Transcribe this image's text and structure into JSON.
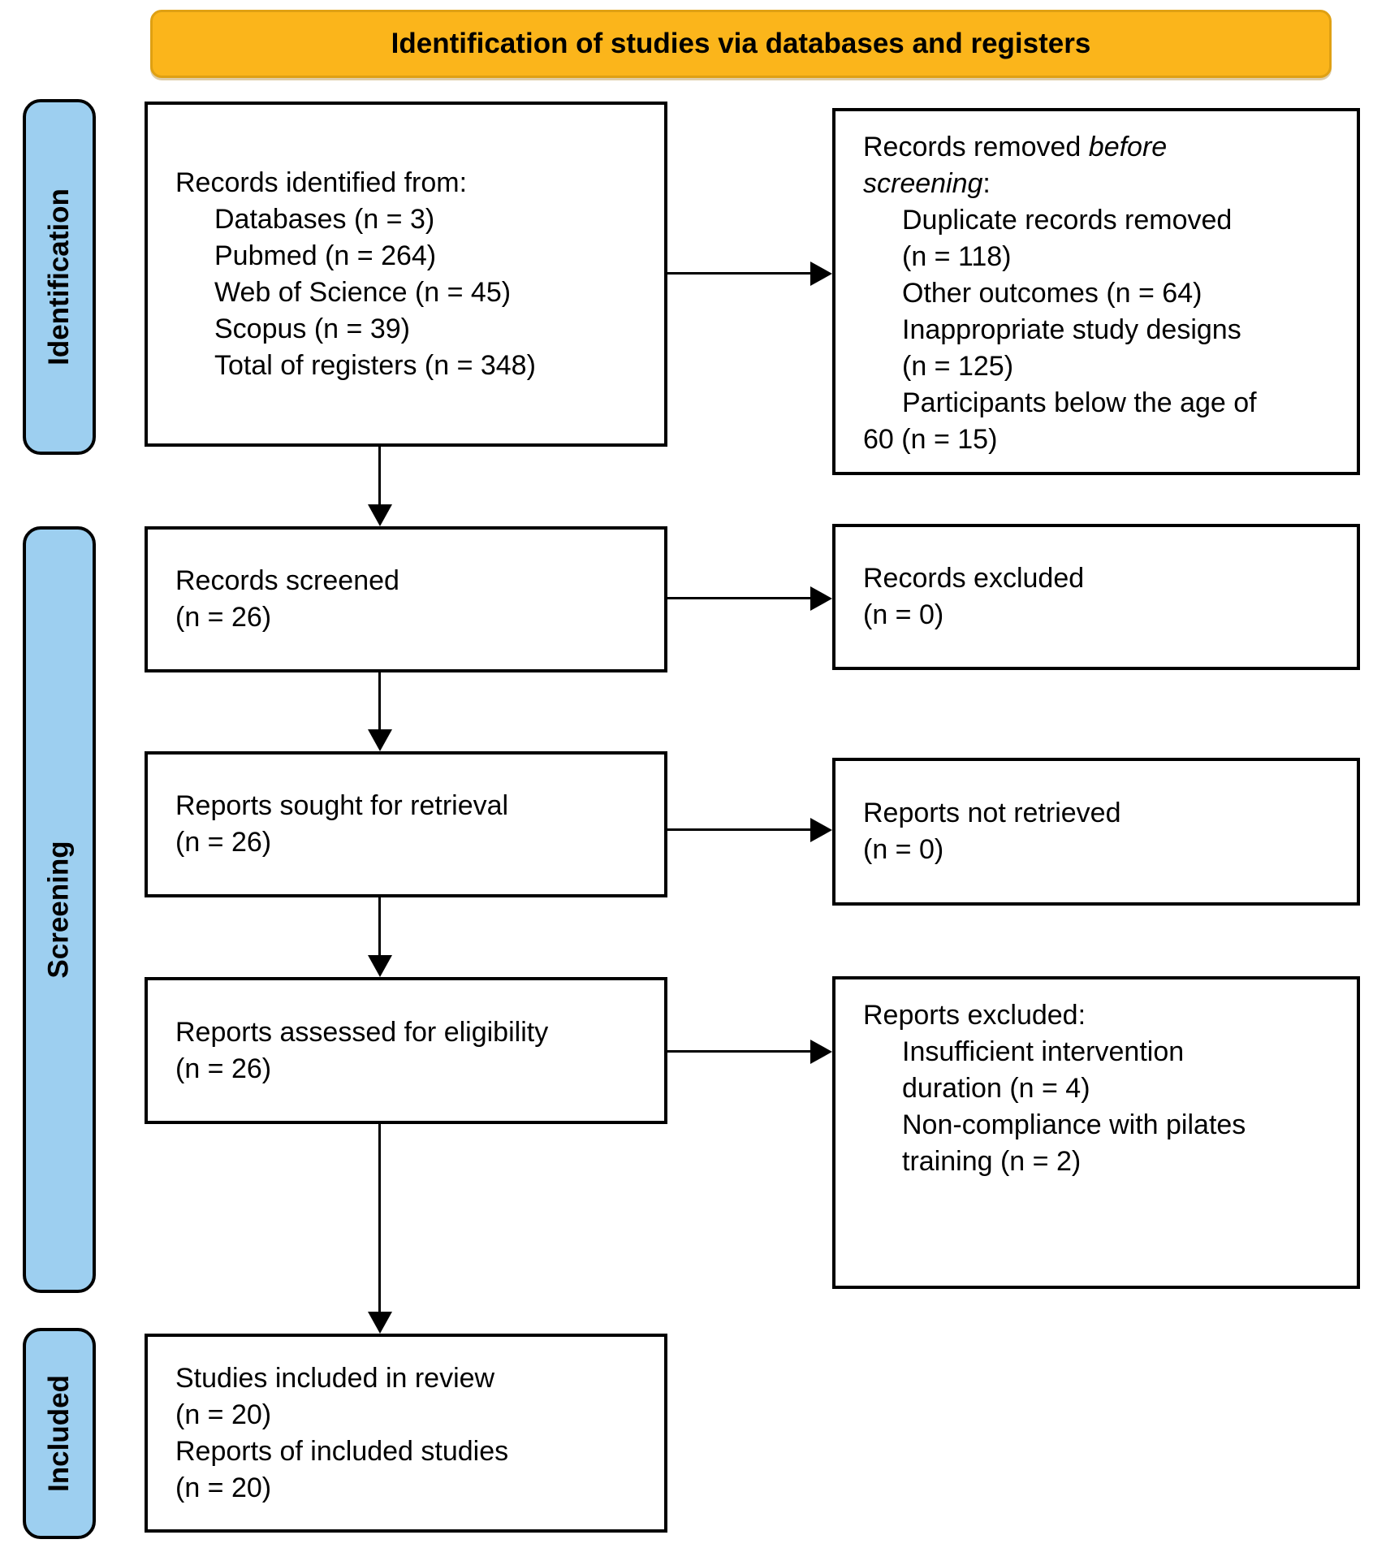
{
  "header": {
    "title": "Identification of studies via databases and registers"
  },
  "sidebar": {
    "identification": "Identification",
    "screening": "Screening",
    "included": "Included"
  },
  "colors": {
    "header_fill": "#FBB51B",
    "header_border": "#DFA013",
    "stage_fill": "#9DCFF0",
    "box_border": "#000000"
  },
  "boxes": {
    "identified": {
      "title": "Records identified from:",
      "items": [
        "Databases (n = 3)",
        "Pubmed (n = 264)",
        "Web of Science (n = 45)",
        "Scopus (n = 39)",
        "Total of registers (n = 348)"
      ]
    },
    "removed": {
      "title_prefix": "Records removed ",
      "title_italic_a": "before",
      "title_italic_b": "screening",
      "title_suffix": ":",
      "items": [
        "Duplicate records removed",
        "(n = 118)",
        "Other outcomes (n = 64)",
        "Inappropriate study designs",
        "(n = 125)",
        "Participants below the age of"
      ],
      "wrap_line": "60 (n = 15)"
    },
    "screened": {
      "line1": "Records screened",
      "line2": "(n = 26)"
    },
    "records_excluded": {
      "line1": "Records excluded",
      "line2": "(n = 0)"
    },
    "sought": {
      "line1": "Reports sought for retrieval",
      "line2": "(n = 26)"
    },
    "not_retrieved": {
      "line1": "Reports not retrieved",
      "line2": "(n = 0)"
    },
    "assessed": {
      "line1": "Reports assessed for eligibility",
      "line2": "(n = 26)"
    },
    "reports_excluded": {
      "title": "Reports excluded:",
      "items": [
        "Insufficient intervention",
        "duration (n = 4)",
        "Non-compliance with pilates",
        "training (n = 2)"
      ]
    },
    "included": {
      "line1": "Studies included in review",
      "line2": "(n = 20)",
      "line3": "Reports of included studies",
      "line4": "(n = 20)"
    }
  }
}
